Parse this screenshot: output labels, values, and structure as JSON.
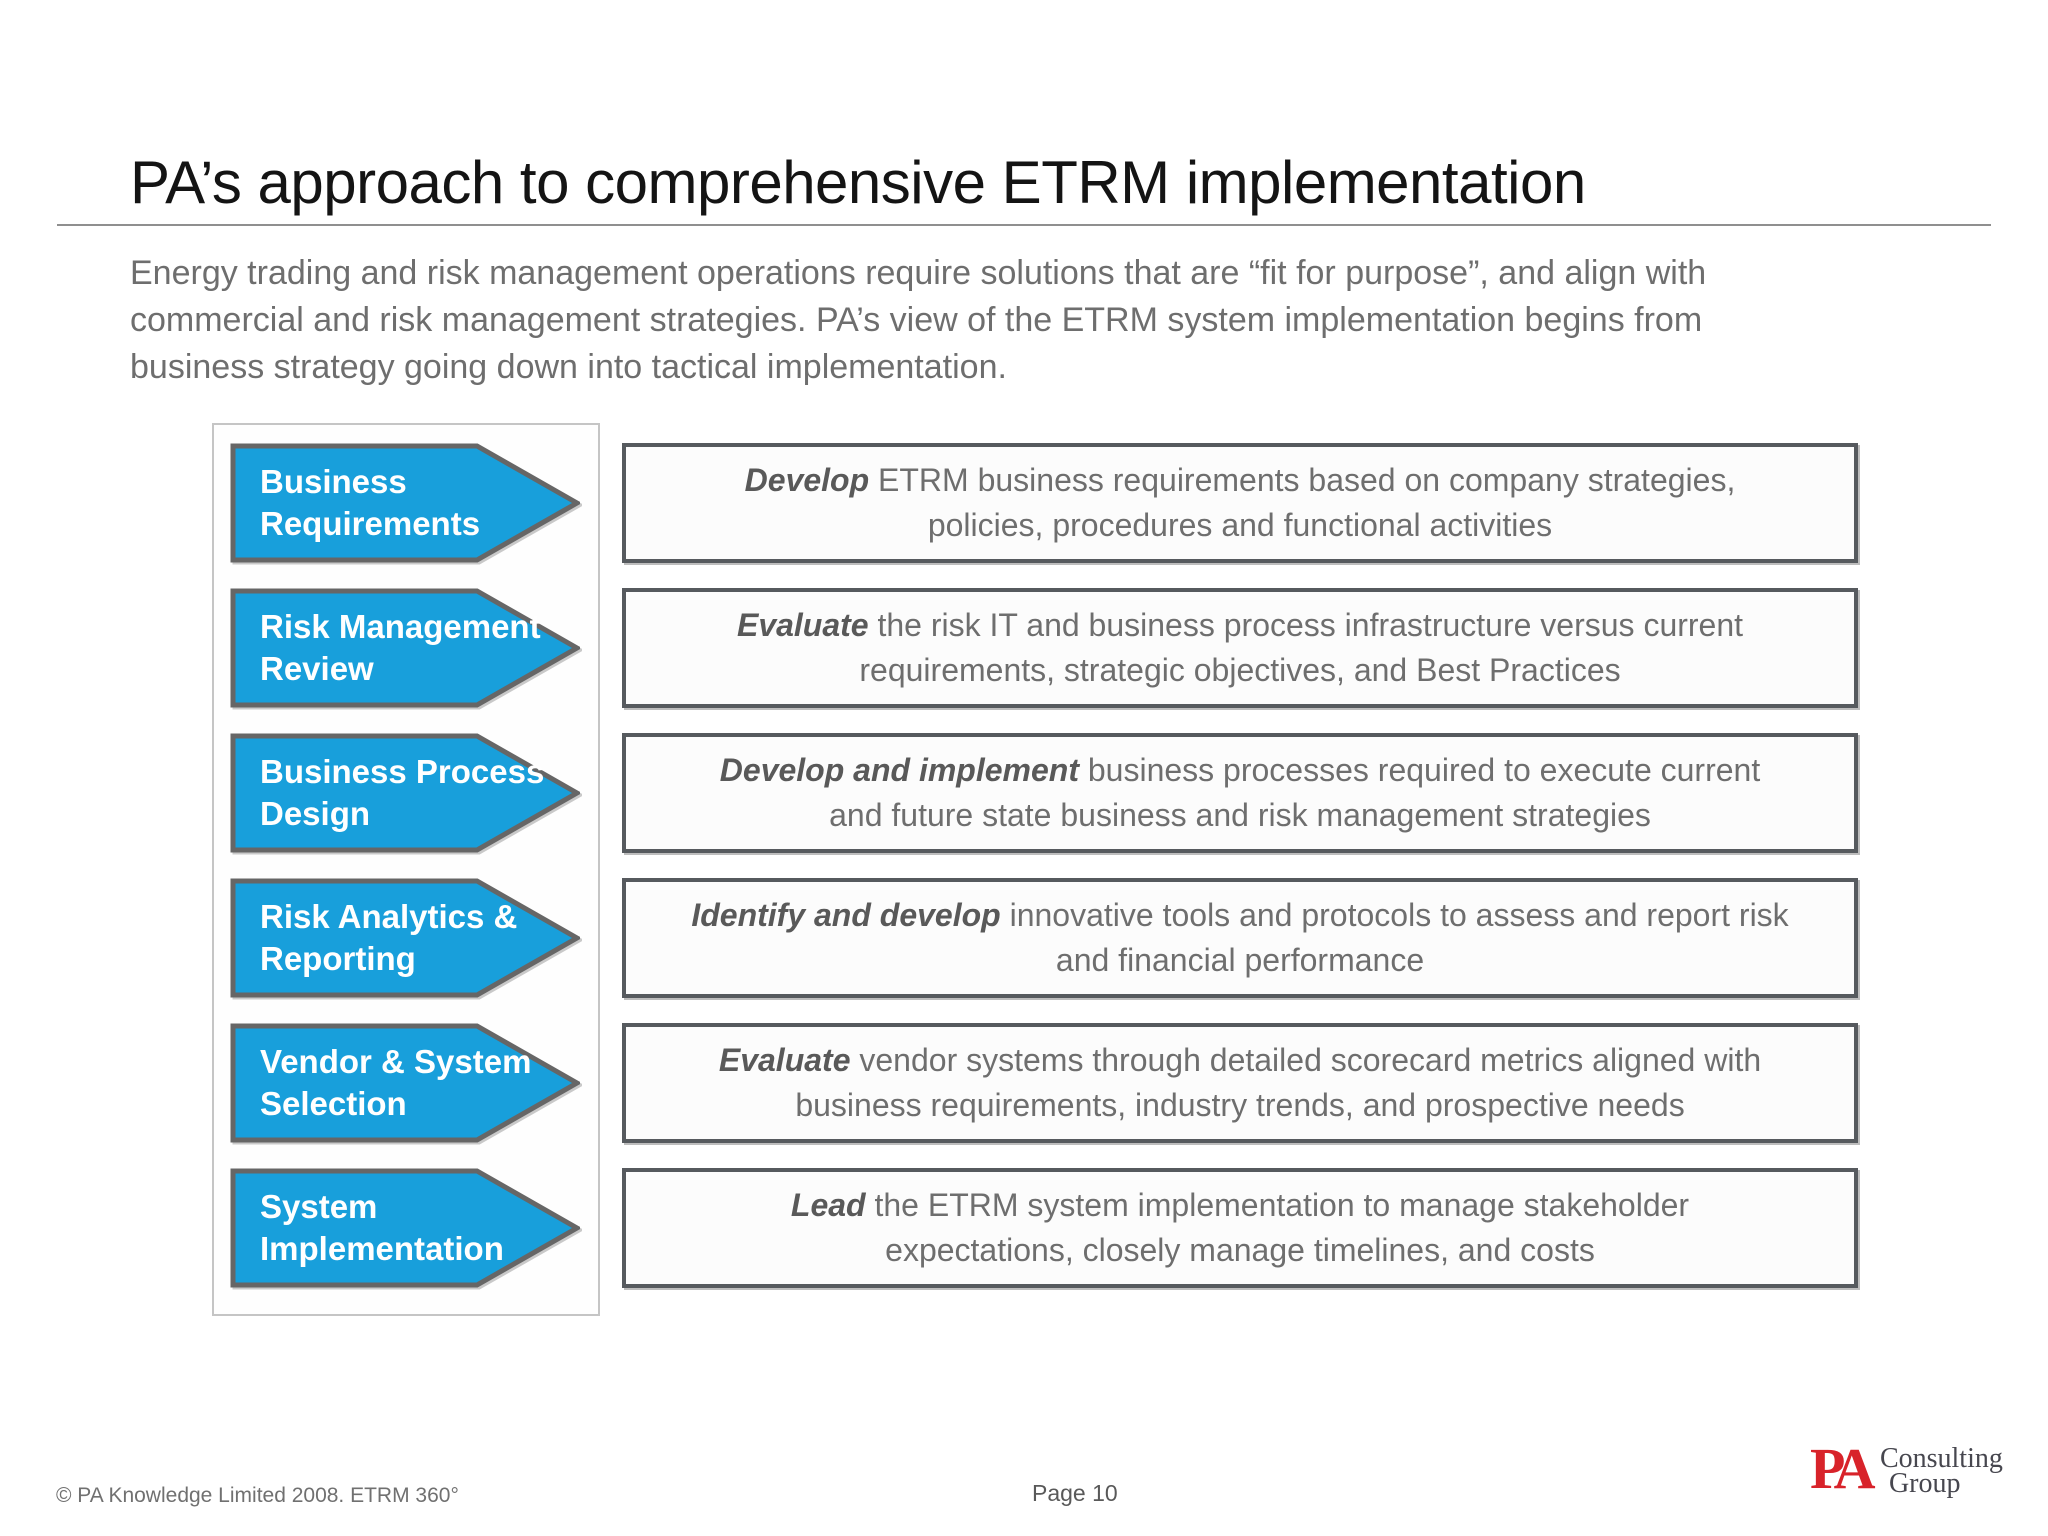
{
  "page": {
    "title": "PA’s approach to comprehensive ETRM implementation",
    "intro": {
      "line1": "Energy trading and risk management operations require solutions that are “fit for purpose”, and align with",
      "line2": "commercial and risk management strategies. PA’s view of the ETRM system implementation begins from",
      "line3": "business strategy going down into tactical implementation."
    },
    "steps": [
      {
        "label1": "Business",
        "label2": "Requirements",
        "lead": "Develop",
        "desc1": "ETRM business requirements based on company strategies,",
        "desc2": "policies, procedures and functional activities"
      },
      {
        "label1": "Risk Management",
        "label2": "Review",
        "lead": "Evaluate",
        "desc1": "the risk IT and business process infrastructure versus current",
        "desc2": "requirements, strategic objectives, and Best Practices"
      },
      {
        "label1": "Business Process",
        "label2": "Design",
        "lead": "Develop and implement",
        "desc1": "business processes required to execute current",
        "desc2": "and future state business and risk management strategies"
      },
      {
        "label1": "Risk Analytics &",
        "label2": "Reporting",
        "lead": "Identify and develop",
        "desc1": "innovative tools and protocols to assess and report risk",
        "desc2": "and financial performance"
      },
      {
        "label1": "Vendor & System",
        "label2": "Selection",
        "lead": "Evaluate",
        "desc1": "vendor systems through detailed scorecard metrics aligned with",
        "desc2": "business requirements, industry trends, and prospective needs"
      },
      {
        "label1": "System",
        "label2": "Implementation",
        "lead": "Lead",
        "desc1": "the ETRM system implementation to manage stakeholder",
        "desc2": "expectations, closely manage timelines, and costs"
      }
    ],
    "footer": {
      "copyright": "© PA Knowledge Limited 2008.  ETRM 360°",
      "page": "Page 10",
      "logo_pa": "PA",
      "logo_line1": "Consulting",
      "logo_line2": "Group"
    },
    "colors": {
      "arrow_fill": "#189FDB",
      "arrow_border": "#666666",
      "box_border": "#565A5E",
      "logo_red": "#D8232A"
    }
  }
}
